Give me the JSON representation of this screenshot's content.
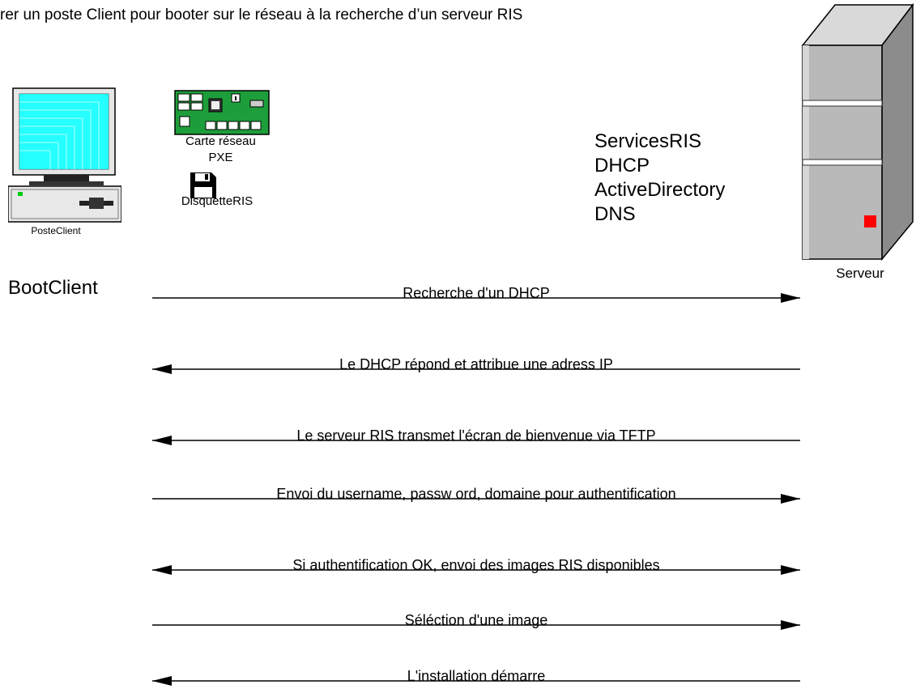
{
  "title": "rer un poste Client pour booter sur le réseau à la recherche d’un serveur RIS",
  "client": {
    "label": "PosteClient",
    "boot_label": "BootClient"
  },
  "pxe_card": {
    "label_line1": "Carte réseau",
    "label_line2": "PXE"
  },
  "floppy": {
    "label": "DisquetteRIS"
  },
  "services": [
    "ServicesRIS",
    "DHCP",
    "ActiveDirectory",
    "DNS"
  ],
  "server": {
    "label": "Serveur"
  },
  "messages": [
    {
      "text": "Recherche d'un DHCP",
      "direction": "to-server"
    },
    {
      "text": "Le DHCP répond et attribue une adress IP",
      "direction": "to-client"
    },
    {
      "text": "Le serveur RIS transmet l'écran de bienvenue via TFTP",
      "direction": "to-client"
    },
    {
      "text": "Envoi du username, passw ord, domaine pour authentification",
      "direction": "to-server"
    },
    {
      "text": "Si authentification OK, envoi des images RIS disponibles",
      "direction": "both"
    },
    {
      "text": "Séléction d'une image",
      "direction": "to-server"
    },
    {
      "text": "L'installation démarre",
      "direction": "to-client"
    }
  ],
  "colors": {
    "screen": "#00ffff",
    "board": "#1e9e3a",
    "server_body": "#b9b9b9",
    "server_led": "#ff0000"
  }
}
